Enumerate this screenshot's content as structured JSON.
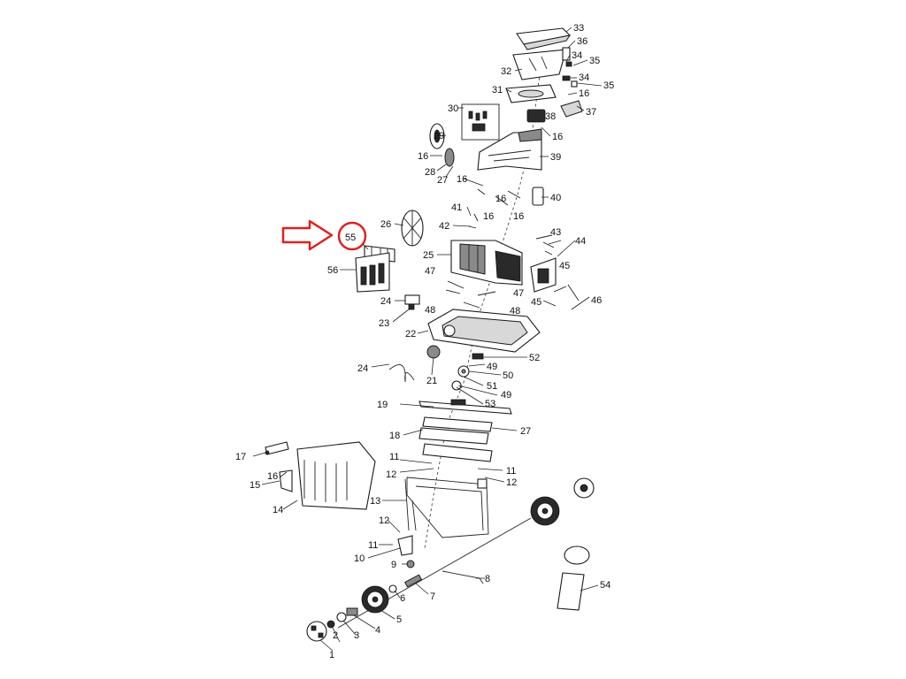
{
  "colors": {
    "highlight": "#e02020",
    "ink": "#1a1a1a"
  },
  "highlighted_part": "55",
  "labels": [
    {
      "id": "l1",
      "text": "1"
    },
    {
      "id": "l2",
      "text": "2"
    },
    {
      "id": "l3",
      "text": "3"
    },
    {
      "id": "l4",
      "text": "4"
    },
    {
      "id": "l5",
      "text": "5"
    },
    {
      "id": "l6",
      "text": "6"
    },
    {
      "id": "l7",
      "text": "7"
    },
    {
      "id": "l8",
      "text": "8"
    },
    {
      "id": "l9",
      "text": "9"
    },
    {
      "id": "l10",
      "text": "10"
    },
    {
      "id": "l11a",
      "text": "11"
    },
    {
      "id": "l11b",
      "text": "11"
    },
    {
      "id": "l11c",
      "text": "11"
    },
    {
      "id": "l12a",
      "text": "12"
    },
    {
      "id": "l12b",
      "text": "12"
    },
    {
      "id": "l12c",
      "text": "12"
    },
    {
      "id": "l13",
      "text": "13"
    },
    {
      "id": "l14",
      "text": "14"
    },
    {
      "id": "l15",
      "text": "15"
    },
    {
      "id": "l16a",
      "text": "16"
    },
    {
      "id": "l17",
      "text": "17"
    },
    {
      "id": "l18",
      "text": "18"
    },
    {
      "id": "l19",
      "text": "19"
    },
    {
      "id": "l21",
      "text": "21"
    },
    {
      "id": "l22",
      "text": "22"
    },
    {
      "id": "l23",
      "text": "23"
    },
    {
      "id": "l24a",
      "text": "24"
    },
    {
      "id": "l24b",
      "text": "24"
    },
    {
      "id": "l25",
      "text": "25"
    },
    {
      "id": "l26",
      "text": "26"
    },
    {
      "id": "l27a",
      "text": "27"
    },
    {
      "id": "l27b",
      "text": "27"
    },
    {
      "id": "l28",
      "text": "28"
    },
    {
      "id": "l29",
      "text": "29"
    },
    {
      "id": "l30",
      "text": "30"
    },
    {
      "id": "l31",
      "text": "31"
    },
    {
      "id": "l32",
      "text": "32"
    },
    {
      "id": "l33",
      "text": "33"
    },
    {
      "id": "l34a",
      "text": "34"
    },
    {
      "id": "l34b",
      "text": "34"
    },
    {
      "id": "l35a",
      "text": "35"
    },
    {
      "id": "l35b",
      "text": "35"
    },
    {
      "id": "l36",
      "text": "36"
    },
    {
      "id": "l37",
      "text": "37"
    },
    {
      "id": "l38",
      "text": "38"
    },
    {
      "id": "l39",
      "text": "39"
    },
    {
      "id": "l40",
      "text": "40"
    },
    {
      "id": "l41",
      "text": "41"
    },
    {
      "id": "l42",
      "text": "42"
    },
    {
      "id": "l43",
      "text": "43"
    },
    {
      "id": "l44",
      "text": "44"
    },
    {
      "id": "l45a",
      "text": "45"
    },
    {
      "id": "l45b",
      "text": "45"
    },
    {
      "id": "l46",
      "text": "46"
    },
    {
      "id": "l47a",
      "text": "47"
    },
    {
      "id": "l47b",
      "text": "47"
    },
    {
      "id": "l48a",
      "text": "48"
    },
    {
      "id": "l48b",
      "text": "48"
    },
    {
      "id": "l49a",
      "text": "49"
    },
    {
      "id": "l49b",
      "text": "49"
    },
    {
      "id": "l50",
      "text": "50"
    },
    {
      "id": "l51",
      "text": "51"
    },
    {
      "id": "l52",
      "text": "52"
    },
    {
      "id": "l53",
      "text": "53"
    },
    {
      "id": "l54",
      "text": "54"
    },
    {
      "id": "l55",
      "text": "55"
    },
    {
      "id": "l56",
      "text": "56"
    },
    {
      "id": "l16b",
      "text": "16"
    },
    {
      "id": "l16c",
      "text": "16"
    },
    {
      "id": "l16d",
      "text": "16"
    },
    {
      "id": "l16e",
      "text": "16"
    },
    {
      "id": "l16f",
      "text": "16"
    },
    {
      "id": "l16g",
      "text": "16"
    },
    {
      "id": "l16h",
      "text": "16"
    }
  ]
}
